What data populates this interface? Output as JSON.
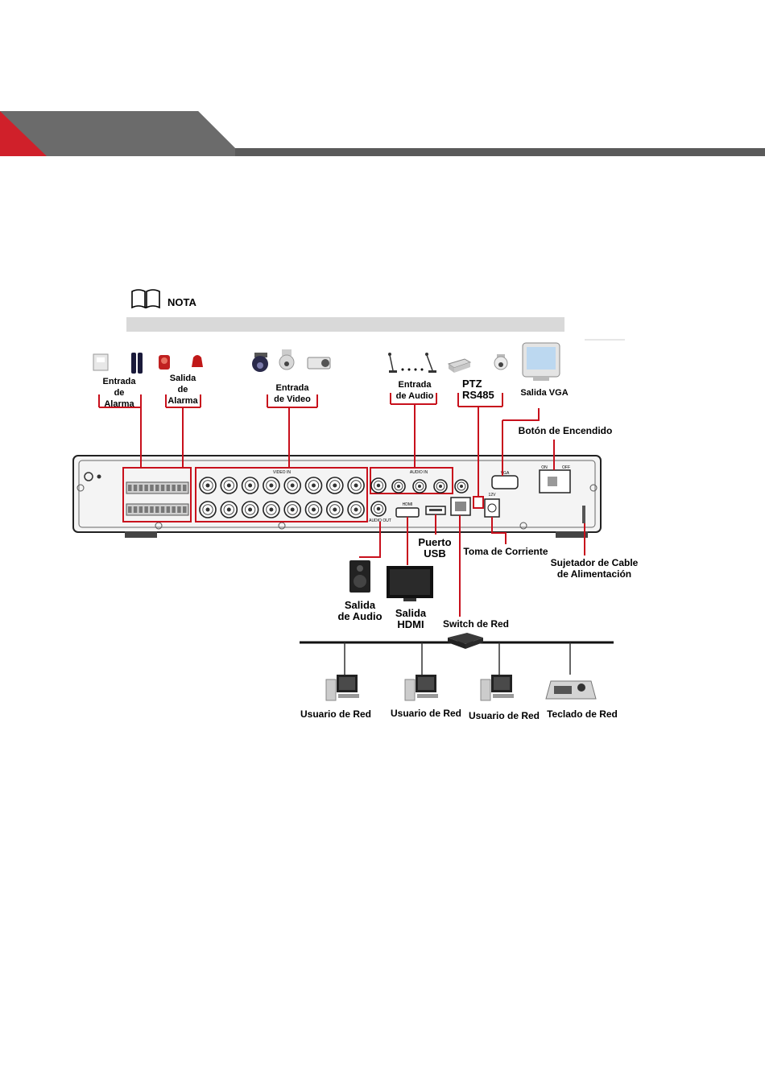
{
  "note": {
    "label": "NOTA",
    "icon": "book-icon"
  },
  "labels": {
    "alarm_in": [
      "Entrada",
      "de",
      "Alarma"
    ],
    "alarm_out": [
      "Salida",
      "de",
      "Alarma"
    ],
    "video_in": [
      "Entrada",
      "de Video"
    ],
    "audio_in": [
      "Entrada",
      "de Audio"
    ],
    "ptz": [
      "PTZ",
      "RS485"
    ],
    "vga_out": "Salida VGA",
    "power_button": "Botón de Encendido",
    "usb_port": [
      "Puerto",
      "USB"
    ],
    "power_socket": "Toma de Corriente",
    "cable_holder": [
      "Sujetador de Cable",
      "de Alimentación"
    ],
    "audio_out": [
      "Salida",
      "de Audio"
    ],
    "hdmi_out": [
      "Salida",
      "HDMI"
    ],
    "network_switch": "Switch de Red",
    "network_user_1": "Usuario de Red",
    "network_user_2": "Usuario de Red",
    "network_user_3": "Usuario de Red",
    "network_keyboard": "Teclado de Red"
  },
  "panel_text": {
    "video_in": "VIDEO IN",
    "audio_in": "AUDIO IN",
    "audio_out": "AUDIO OUT",
    "vga": "VGA",
    "on": "ON",
    "off": "OFF",
    "hdmi": "HDMI",
    "power": "12V"
  },
  "colors": {
    "accent_red": "#d0202a",
    "header_gray": "#5a5a5a",
    "note_bar": "#d9d9d9"
  }
}
